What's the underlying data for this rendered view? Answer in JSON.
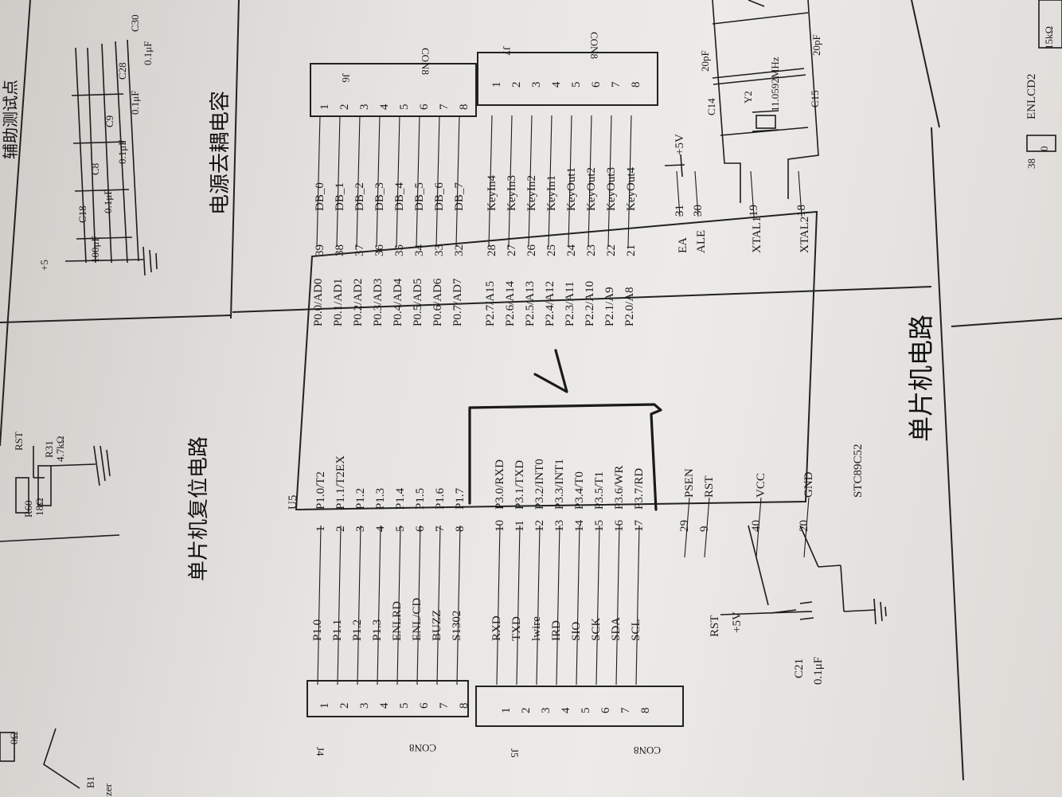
{
  "titles": {
    "mcu": "单片机电路",
    "reset": "单片机复位电路",
    "decoupling": "电源去耦电容",
    "cropped_top": "辅助测试点"
  },
  "chip": {
    "ref": "U5",
    "part": "STC89C52",
    "left_pins": [
      {
        "num": "1",
        "name": "P1.0/T2",
        "net": "P1.0"
      },
      {
        "num": "2",
        "name": "P1.1/T2EX",
        "net": "P1.1"
      },
      {
        "num": "3",
        "name": "P1.2",
        "net": "P1.2"
      },
      {
        "num": "4",
        "name": "P1.3",
        "net": "P1.3"
      },
      {
        "num": "5",
        "name": "P1.4",
        "net": "ENLRD"
      },
      {
        "num": "6",
        "name": "P1.5",
        "net": "ENL/CD"
      },
      {
        "num": "7",
        "name": "P1.6",
        "net": "BUZZ"
      },
      {
        "num": "8",
        "name": "P1.7",
        "net": "S1302"
      },
      {
        "num": "10",
        "name": "P3.0/RXD",
        "net": "RXD"
      },
      {
        "num": "11",
        "name": "P3.1/TXD",
        "net": "TXD"
      },
      {
        "num": "12",
        "name": "P3.2/INT0",
        "net": "lwire"
      },
      {
        "num": "13",
        "name": "P3.3/INT1",
        "net": "IRD"
      },
      {
        "num": "14",
        "name": "P3.4/T0",
        "net": "SIO"
      },
      {
        "num": "15",
        "name": "P3.5/T1",
        "net": "SCK"
      },
      {
        "num": "16",
        "name": "P3.6/WR",
        "net": "SDA"
      },
      {
        "num": "17",
        "name": "P3.7/RD",
        "net": "SCL"
      }
    ],
    "right_pins": [
      {
        "num": "39",
        "name": "P0.0/AD0",
        "net": "DB_0"
      },
      {
        "num": "38",
        "name": "P0.1/AD1",
        "net": "DB_1"
      },
      {
        "num": "37",
        "name": "P0.2/AD2",
        "net": "DB_2"
      },
      {
        "num": "36",
        "name": "P0.3/AD3",
        "net": "DB_3"
      },
      {
        "num": "35",
        "name": "P0.4/AD4",
        "net": "DB_4"
      },
      {
        "num": "34",
        "name": "P0.5/AD5",
        "net": "DB_5"
      },
      {
        "num": "33",
        "name": "P0.6/AD6",
        "net": "DB_6"
      },
      {
        "num": "32",
        "name": "P0.7/AD7",
        "net": "DB_7"
      },
      {
        "num": "28",
        "name": "P2.7/A15",
        "net": "KeyIn4"
      },
      {
        "num": "27",
        "name": "P2.6/A14",
        "net": "KeyIn3"
      },
      {
        "num": "26",
        "name": "P2.5/A13",
        "net": "KeyIn2"
      },
      {
        "num": "25",
        "name": "P2.4/A12",
        "net": "KeyIn1"
      },
      {
        "num": "24",
        "name": "P2.3/A11",
        "net": "KeyOut1"
      },
      {
        "num": "23",
        "name": "P2.2/A10",
        "net": "KeyOut2"
      },
      {
        "num": "22",
        "name": "P2.1/A9",
        "net": "KeyOut3"
      },
      {
        "num": "21",
        "name": "P2.0/A8",
        "net": "KeyOut4"
      }
    ],
    "bottom_left_pins": [
      {
        "num": "29",
        "name": "PSEN"
      },
      {
        "num": "9",
        "name": "RST"
      },
      {
        "num": "40",
        "name": "VCC"
      },
      {
        "num": "20",
        "name": "GND"
      }
    ],
    "bottom_right_pins": [
      {
        "num": "31",
        "name": "EA"
      },
      {
        "num": "30",
        "name": "ALE"
      },
      {
        "num": "19",
        "name": "XTAL1"
      },
      {
        "num": "18",
        "name": "XTAL2"
      }
    ]
  },
  "connectors": {
    "j4": {
      "ref": "J4",
      "type": "CON8",
      "pins": [
        "1",
        "2",
        "3",
        "4",
        "5",
        "6",
        "7",
        "8"
      ]
    },
    "j5": {
      "ref": "J5",
      "type": "CON8",
      "pins": [
        "1",
        "2",
        "3",
        "4",
        "5",
        "6",
        "7",
        "8"
      ]
    },
    "j6": {
      "ref": "J6",
      "type": "CON8",
      "pins": [
        "1",
        "2",
        "3",
        "4",
        "5",
        "6",
        "7",
        "8"
      ]
    },
    "j7": {
      "ref": "J7",
      "type": "CON8",
      "pins": [
        "1",
        "2",
        "3",
        "4",
        "5",
        "6",
        "7",
        "8"
      ]
    }
  },
  "power": {
    "rst_net": "RST",
    "vcc_net": "+5V",
    "ea_net": "+5V"
  },
  "c21": {
    "ref": "C21",
    "value": "0.1μF"
  },
  "crystal": {
    "y2_ref": "Y2",
    "y2_value": "11.0592MHz",
    "c14_ref": "C14",
    "c14_value": "20pF",
    "c15_ref": "C15",
    "c15_value": "20pF"
  },
  "reset_circuit": {
    "rst": "RST",
    "r31_ref": "R31",
    "r31_value": "4.7kΩ",
    "r60_ref": "R60",
    "r60_value": "18Ω"
  },
  "decoupling_caps": {
    "supply": "+5",
    "caps": [
      {
        "ref": "C18",
        "value": "100μF"
      },
      {
        "ref": "C8",
        "value": "0.1μF"
      },
      {
        "ref": "C9",
        "value": "0.1μF"
      },
      {
        "ref": "C28",
        "value": "0.1μF"
      },
      {
        "ref": "C30",
        "value": "0.1μF"
      }
    ]
  },
  "right_edge": {
    "enlcd2": "ENLCD2",
    "pin38": "38",
    "r_value": "15kΩ",
    "zero": "0"
  },
  "left_edge": {
    "buzzer_fragment": "zer",
    "buzzer_ref_fragment": "B1",
    "r_fragment": "0Ω"
  }
}
